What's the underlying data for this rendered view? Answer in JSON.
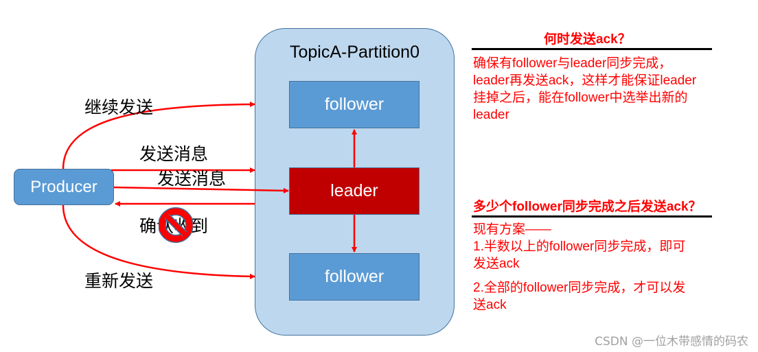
{
  "diagram": {
    "partition": {
      "title": "TopicA-Partition0"
    },
    "nodes": {
      "follower_top": "follower",
      "leader": "leader",
      "follower_bottom": "follower",
      "producer": "Producer"
    },
    "arrow_labels": {
      "continue_send": "继续发送",
      "send_message_1": "发送消息",
      "send_message_2": "发送消息",
      "ack_received": "确认收到",
      "resend": "重新发送"
    },
    "colors": {
      "arrow": "#ff0000",
      "leader": "#c00000",
      "follower": "#5b9bd5",
      "partition_bg": "#bdd7ee",
      "note_text": "#ff0000"
    }
  },
  "notes": {
    "when_ack": {
      "title": "何时发送ack？",
      "lines": [
        "确保有follower与leader同步完成，",
        "leader再发送ack，这样才能保证leader",
        "挂掉之后，能在follower中选举出新的",
        "leader"
      ]
    },
    "how_many": {
      "title": "多少个follower同步完成之后发送ack？",
      "intro": "现有方案——",
      "option1_lines": [
        "1.半数以上的follower同步完成，即可",
        "发送ack"
      ],
      "option2_lines": [
        "2.全部的follower同步完成，才可以发",
        "送ack"
      ]
    }
  },
  "watermark": "CSDN @一位木带感情的码农"
}
